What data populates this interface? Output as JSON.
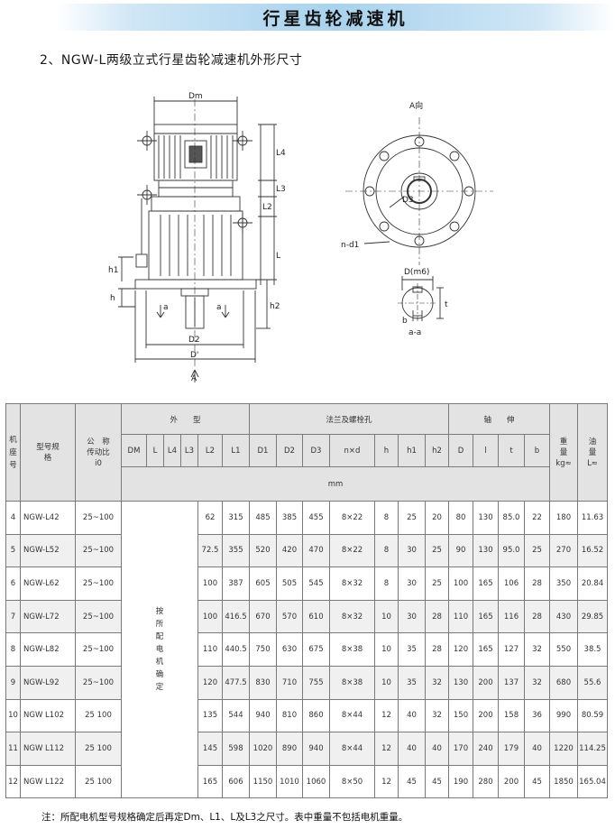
{
  "banner": {
    "title": "行星齿轮减速机"
  },
  "section": {
    "title": "2、NGW-L两级立式行星齿轮减速机外形尺寸"
  },
  "drawing": {
    "front_labels": {
      "dm": "Dm",
      "l4": "L4",
      "l3": "L3",
      "l2": "L2",
      "l": "L",
      "h1": "h1",
      "h": "h",
      "h2": "h2",
      "a": "a",
      "d2": "D2",
      "d1": "D'",
      "a_view": "A"
    },
    "top_labels": {
      "view": "A向",
      "d3": "D3",
      "bolt": "n-d1",
      "d_shaft": "D(m6)",
      "t": "t",
      "b": "b",
      "section": "a-a"
    }
  },
  "table": {
    "header": {
      "col_seat": "机座号",
      "col_model": "型号规格",
      "col_ratio_line1": "公　称",
      "col_ratio_line2": "传动比",
      "col_ratio_line3": "i0",
      "group_outline": "外　　型",
      "group_flange": "法兰及螺栓孔",
      "group_shaft": "轴　　伸",
      "col_weight_line1": "重",
      "col_weight_line2": "量",
      "col_weight_line3": "kg≈",
      "col_oil_line1": "油",
      "col_oil_line2": "量",
      "col_oil_line3": "L≈",
      "sub": [
        "DM",
        "L",
        "L4",
        "L3",
        "L2",
        "L1",
        "D1",
        "D2",
        "D3",
        "n×d",
        "h",
        "h1",
        "h2",
        "D",
        "l",
        "t",
        "b"
      ],
      "unit": "mm"
    },
    "merged_note": [
      "按",
      "所",
      "配",
      "电",
      "机",
      "确",
      "定"
    ],
    "rows": [
      {
        "seat": "4",
        "model": "NGW-L42",
        "ratio": "25~100",
        "l2": "62",
        "l1": "315",
        "d1": "485",
        "d2": "385",
        "d3": "455",
        "nxd": "8×22",
        "h": "8",
        "h1": "25",
        "h2": "20",
        "d": "80",
        "l": "130",
        "t": "85.0",
        "b": "22",
        "weight": "180",
        "oil": "11.63"
      },
      {
        "seat": "5",
        "model": "NGW-L52",
        "ratio": "25~100",
        "l2": "72.5",
        "l1": "355",
        "d1": "520",
        "d2": "420",
        "d3": "470",
        "nxd": "8×22",
        "h": "8",
        "h1": "30",
        "h2": "25",
        "d": "90",
        "l": "130",
        "t": "95.0",
        "b": "25",
        "weight": "270",
        "oil": "16.52"
      },
      {
        "seat": "6",
        "model": "NGW-L62",
        "ratio": "25~100",
        "l2": "100",
        "l1": "387",
        "d1": "605",
        "d2": "505",
        "d3": "545",
        "nxd": "8×32",
        "h": "8",
        "h1": "30",
        "h2": "25",
        "d": "100",
        "l": "165",
        "t": "106",
        "b": "28",
        "weight": "350",
        "oil": "20.84"
      },
      {
        "seat": "7",
        "model": "NGW-L72",
        "ratio": "25~100",
        "l2": "100",
        "l1": "416.5",
        "d1": "670",
        "d2": "570",
        "d3": "610",
        "nxd": "8×32",
        "h": "10",
        "h1": "30",
        "h2": "28",
        "d": "110",
        "l": "165",
        "t": "116",
        "b": "28",
        "weight": "430",
        "oil": "29.85"
      },
      {
        "seat": "8",
        "model": "NGW-L82",
        "ratio": "25~100",
        "l2": "110",
        "l1": "440.5",
        "d1": "750",
        "d2": "630",
        "d3": "675",
        "nxd": "8×38",
        "h": "10",
        "h1": "35",
        "h2": "28",
        "d": "120",
        "l": "165",
        "t": "127",
        "b": "32",
        "weight": "550",
        "oil": "38.5"
      },
      {
        "seat": "9",
        "model": "NGW-L92",
        "ratio": "25~100",
        "l2": "120",
        "l1": "477.5",
        "d1": "830",
        "d2": "710",
        "d3": "755",
        "nxd": "8×38",
        "h": "10",
        "h1": "35",
        "h2": "32",
        "d": "130",
        "l": "200",
        "t": "137",
        "b": "32",
        "weight": "680",
        "oil": "55.6"
      },
      {
        "seat": "10",
        "model": "NGW L102",
        "ratio": "25 100",
        "l2": "135",
        "l1": "544",
        "d1": "940",
        "d2": "810",
        "d3": "860",
        "nxd": "8×44",
        "h": "12",
        "h1": "40",
        "h2": "32",
        "d": "150",
        "l": "200",
        "t": "158",
        "b": "36",
        "weight": "990",
        "oil": "80.59"
      },
      {
        "seat": "11",
        "model": "NGW L112",
        "ratio": "25 100",
        "l2": "145",
        "l1": "598",
        "d1": "1020",
        "d2": "890",
        "d3": "940",
        "nxd": "8×44",
        "h": "12",
        "h1": "40",
        "h2": "40",
        "d": "170",
        "l": "240",
        "t": "179",
        "b": "40",
        "weight": "1220",
        "oil": "114.25"
      },
      {
        "seat": "12",
        "model": "NGW L122",
        "ratio": "25 100",
        "l2": "165",
        "l1": "606",
        "d1": "1150",
        "d2": "1010",
        "d3": "1060",
        "nxd": "8×50",
        "h": "12",
        "h1": "45",
        "h2": "45",
        "d": "190",
        "l": "280",
        "t": "200",
        "b": "45",
        "weight": "1850",
        "oil": "165.04"
      }
    ]
  },
  "footer": {
    "note": "注：所配电机型号规格确定后再定Dm、L1、L及L3之尺寸。表中重量不包括电机重量。"
  }
}
